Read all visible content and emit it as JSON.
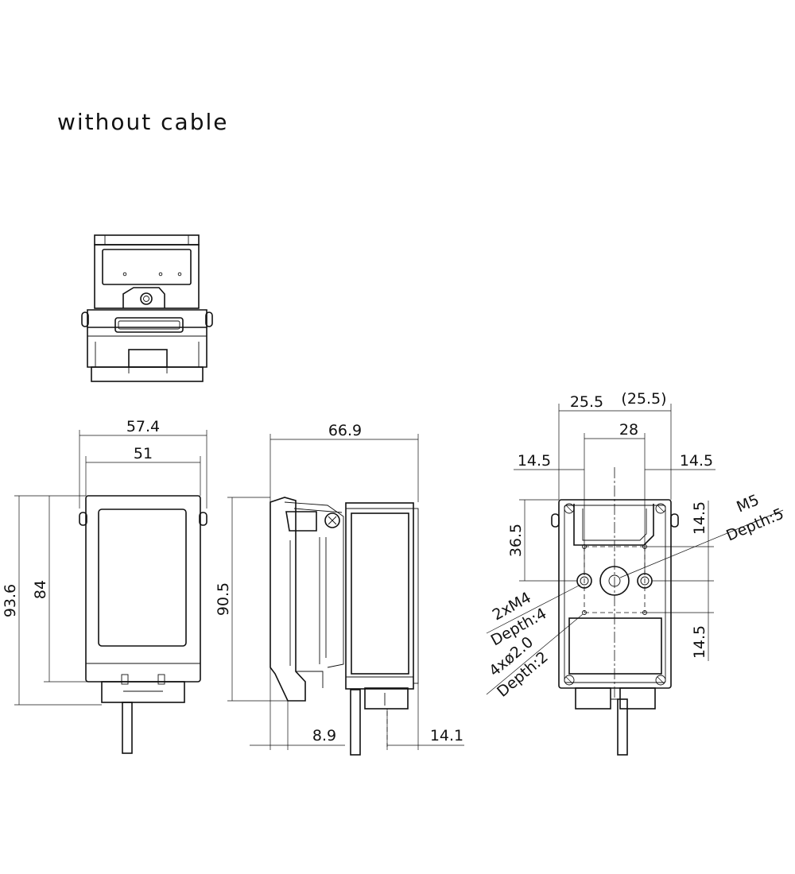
{
  "title": "without cable",
  "views": {
    "front": {
      "dim_width_outer": "57.4",
      "dim_width_inner": "51",
      "dim_height_outer": "93.6",
      "dim_height_inner": "84"
    },
    "side": {
      "dim_depth": "66.9",
      "dim_height": "90.5",
      "dim_left_offset": "8.9",
      "dim_right_offset": "14.1"
    },
    "rear": {
      "dim_half_left": "25.5",
      "dim_half_right": "(25.5)",
      "dim_hole_spacing": "28",
      "dim_left_edge": "14.5",
      "dim_right_edge": "14.5",
      "dim_vertical_top": "36.5",
      "dim_vertical_upper": "14.5",
      "dim_vertical_lower": "14.5",
      "callout_m5": "M5",
      "callout_m5_depth": "Depth:5",
      "callout_m4": "2xM4",
      "callout_m4_depth": "Depth:4",
      "callout_pin": "4xø2.0",
      "callout_pin_depth": "Depth:2"
    }
  }
}
